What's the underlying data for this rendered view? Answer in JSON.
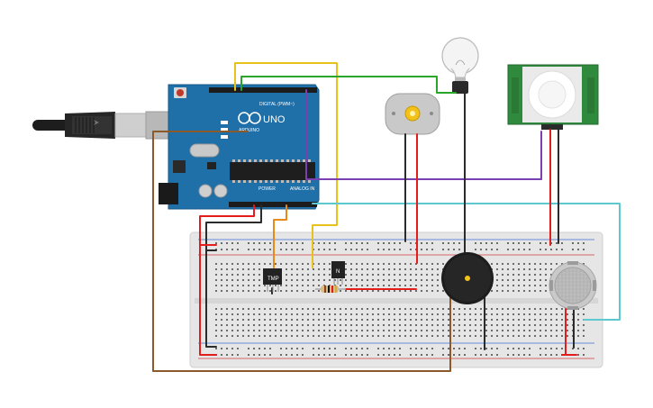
{
  "arduino": {
    "logo_text": "UNO",
    "brand_text": "ARDUINO",
    "digital_label": "DIGITAL (PWM~)",
    "power_label": "POWER",
    "analog_label": "ANALOG IN",
    "board_color": "#1f6fa8"
  },
  "sensors": {
    "temp_label": "TMP",
    "transistor_label": "N"
  },
  "wire_colors": {
    "red": "#e31c1c",
    "black": "#2b2b2b",
    "yellow": "#e8c21a",
    "green": "#2aa62a",
    "purple": "#7a3fb0",
    "brown": "#8b5a2b",
    "orange": "#e88a1a",
    "teal": "#5ec8d0"
  },
  "components": [
    "usb-cable",
    "arduino-uno",
    "dc-motor",
    "light-bulb",
    "pir-sensor",
    "breadboard",
    "tmp36-sensor",
    "npn-transistor",
    "resistor",
    "piezo-buzzer",
    "gas-sensor"
  ]
}
